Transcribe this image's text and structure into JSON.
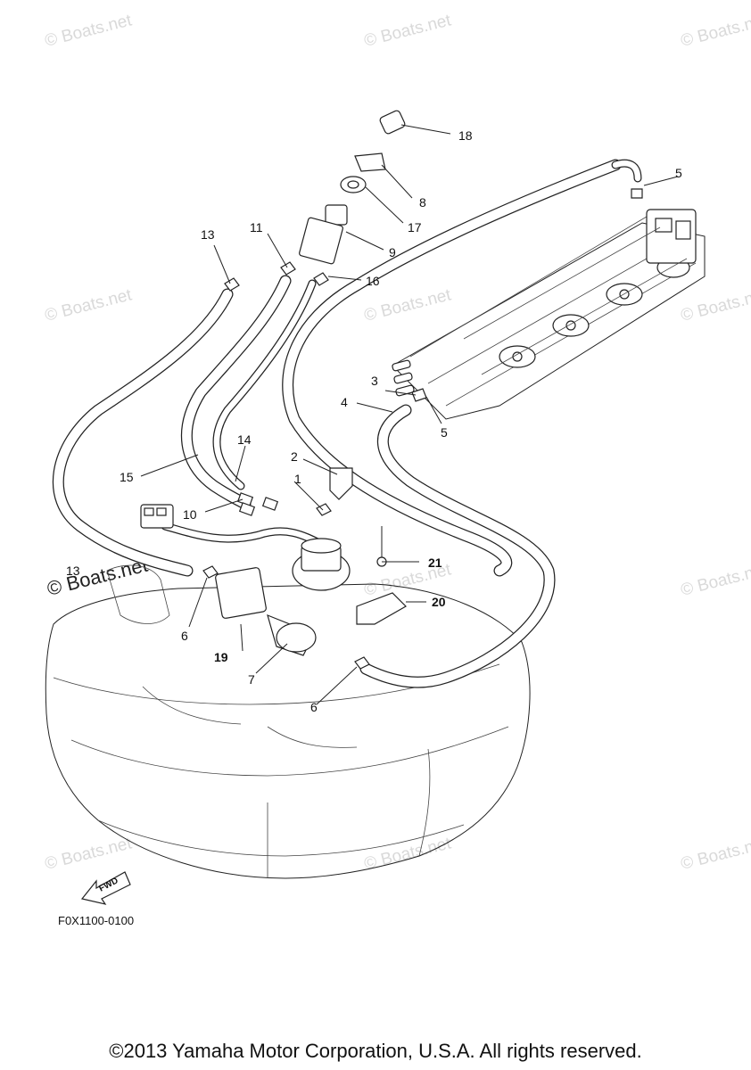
{
  "watermarks": [
    "© Boats.net",
    "© Boats.net",
    "© Boats.net",
    "© Boats.net",
    "© Boats.net",
    "© Boats.net",
    "© Boats.net",
    "© Boats.net",
    "© Boats.net",
    "© Boats.net",
    "© Boats.net",
    "© Boats.net"
  ],
  "watermark_strong": "© Boats.net",
  "callouts": {
    "c1": "1",
    "c2": "2",
    "c3": "3",
    "c4": "4",
    "c5a": "5",
    "c5b": "5",
    "c6a": "6",
    "c6b": "6",
    "c7": "7",
    "c8": "8",
    "c9": "9",
    "c10": "10",
    "c11": "11",
    "c13": "13",
    "c13b": "13",
    "c14": "14",
    "c15": "15",
    "c16": "16",
    "c17": "17",
    "c18": "18",
    "c19": "19",
    "c20": "20",
    "c21": "21"
  },
  "fwd_label": "FWD",
  "figure_code": "F0X1100-0100",
  "copyright": "©2013 Yamaha Motor Corporation, U.S.A. All rights reserved."
}
